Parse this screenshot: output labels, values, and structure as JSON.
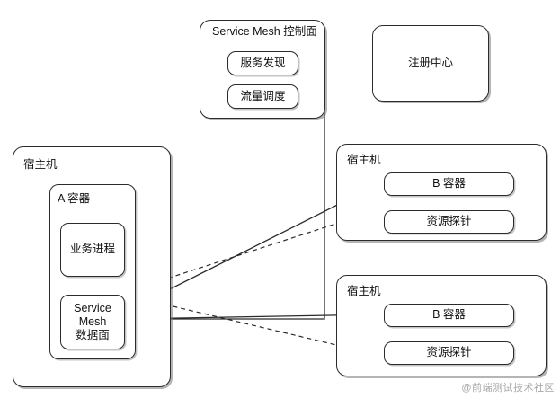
{
  "diagram": {
    "control_plane": {
      "title": "Service Mesh 控制面",
      "items": [
        {
          "label": "服务发现"
        },
        {
          "label": "流量调度"
        }
      ]
    },
    "registry": {
      "label": "注册中心"
    },
    "host_left": {
      "title": "宿主机",
      "container": {
        "title": "A 容器",
        "items": [
          {
            "label": "业务进程"
          },
          {
            "label": "Service\nMesh\n数据面"
          }
        ]
      }
    },
    "host_right_top": {
      "title": "宿主机",
      "items": [
        {
          "label": "B 容器"
        },
        {
          "label": "资源探针"
        }
      ]
    },
    "host_right_bottom": {
      "title": "宿主机",
      "items": [
        {
          "label": "B 容器"
        },
        {
          "label": "资源探针"
        }
      ]
    },
    "watermark": "@前端测试技术社区",
    "colors": {
      "stroke": "#2b2b2b",
      "background": "#ffffff",
      "shadow": "#8c8c8c"
    }
  }
}
